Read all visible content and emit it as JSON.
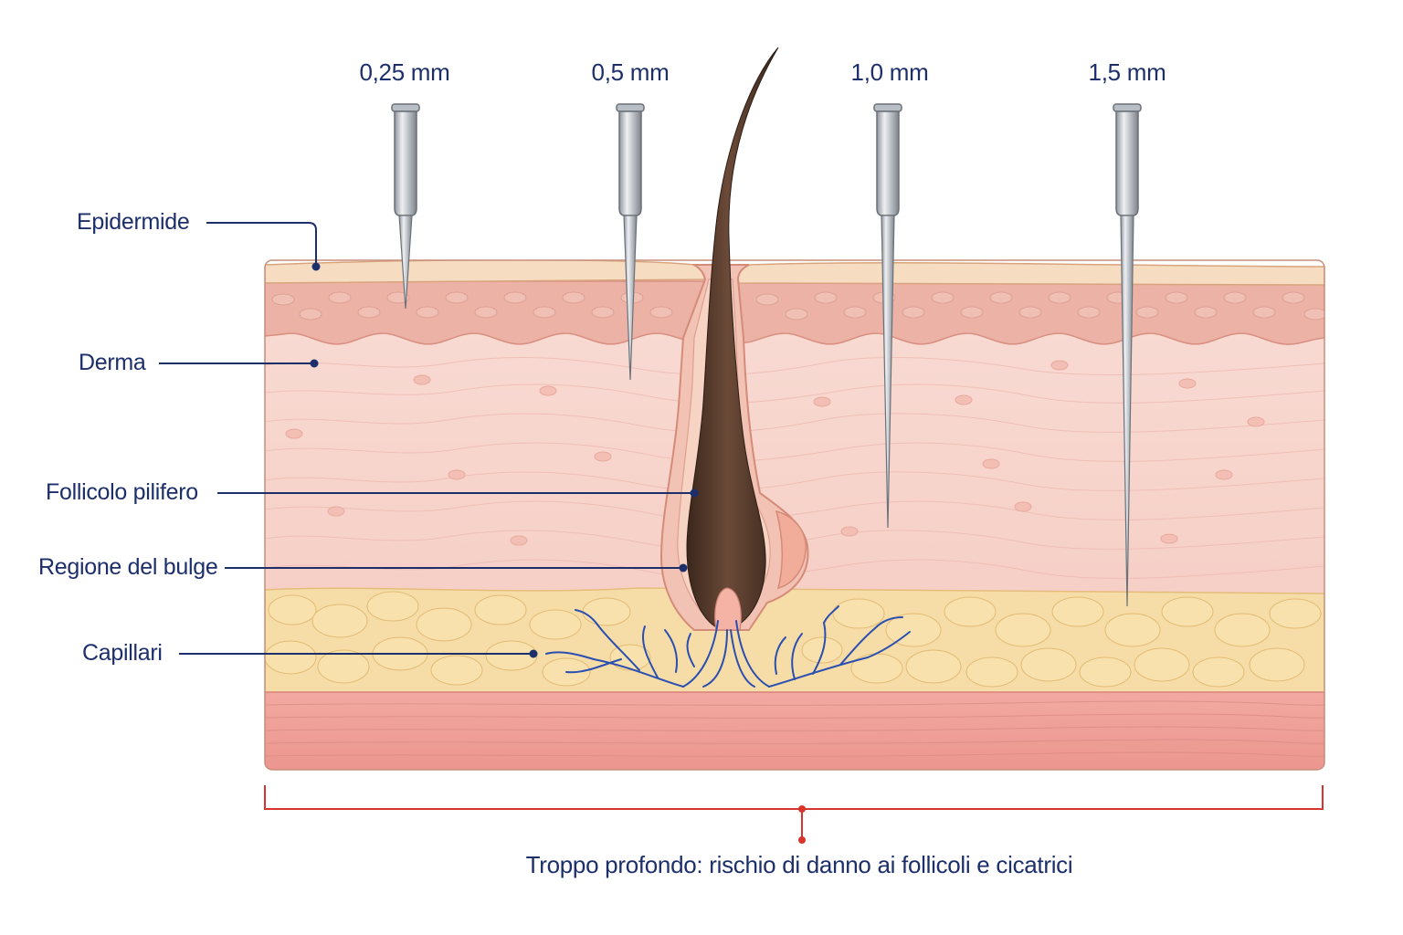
{
  "needles": [
    {
      "label": "0,25 mm"
    },
    {
      "label": "0,5 mm"
    },
    {
      "label": "1,0 mm"
    },
    {
      "label": "1,5 mm"
    }
  ],
  "layer_labels": {
    "epidermis": "Epidermide",
    "dermis": "Derma",
    "hair_follicle": "Follicolo pilifero",
    "bulge_region": "Regione del bulge",
    "capillaries": "Capillari"
  },
  "caption": "Troppo profondo: rischio di danno ai follicoli e cicatrici",
  "colors": {
    "label_text": "#1c2f6b",
    "leader_line": "#1c2f6b",
    "bracket": "#d9342b",
    "epidermis": "#f6dcc0",
    "dermis": "#f7d2cb",
    "fat": "#f6dca6",
    "muscle": "#efa29b",
    "hair": "#4a3327",
    "capillary": "#2a4fb0",
    "needle": "#c9ccd1"
  }
}
